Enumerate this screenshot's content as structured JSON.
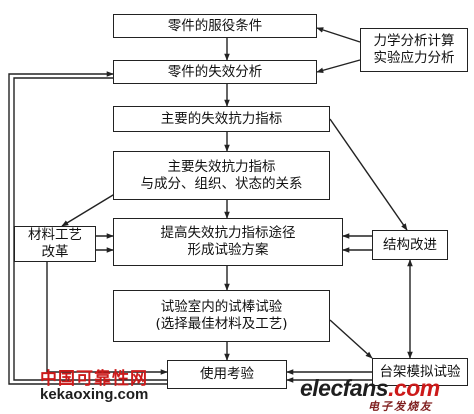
{
  "boxes": {
    "service_conditions": "零件的服役条件",
    "failure_analysis": "零件的失效分析",
    "main_indicators": "主要的失效抗力指标",
    "indicator_relations": {
      "line1": "主要失效抗力指标",
      "line2": "与成分、组织、状态的关系"
    },
    "improvement": {
      "line1": "提高失效抗力指标途径",
      "line2": "形成试验方案"
    },
    "lab_test": {
      "line1": "试验室内的试棒试验",
      "line2": "(选择最佳材料及工艺)"
    },
    "service_test": "使用考验",
    "mechanics": {
      "line1": "力学分析计算",
      "line2": "实验应力分析"
    },
    "material_reform": {
      "line1": "材料工艺",
      "line2": "改革"
    },
    "structure_improve": "结构改进",
    "bench_test": "台架模拟试验"
  },
  "watermarks": {
    "cn_name": "中国可靠性网",
    "cn_url": "kekaoxing.com",
    "elec_main": "elecfans",
    "elec_tld": ".com",
    "elec_sub": "电子发烧友"
  },
  "colors": {
    "line": "#222222",
    "watermark_red": "#cc1a1a",
    "watermark_dark": "#1e1e1e",
    "elec_sub": "#7f1f1f"
  }
}
